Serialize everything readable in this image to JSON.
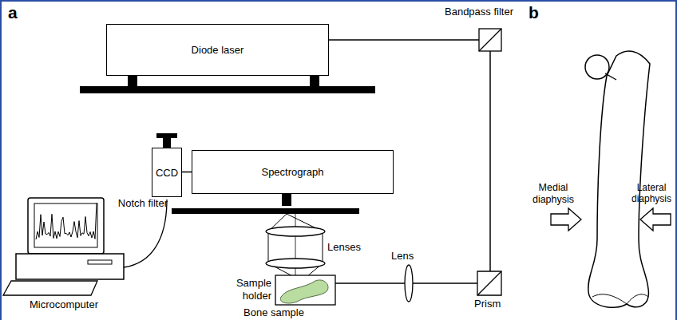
{
  "diagram": {
    "nodes": [
      {
        "text": [
          "Diode laser"
        ]
      },
      {
        "text": [
          "CCD"
        ]
      },
      {
        "text": [
          "Spectrograph"
        ]
      }
    ],
    "edges": [
      {
        "from": 1,
        "to": 2,
        "arrow": "none"
      }
    ],
    "labels": [
      "a",
      "b",
      "Bandpass filter",
      "Notch filter",
      "Lenses",
      "Lens",
      "Prism",
      "Sample holder",
      "Bone sample",
      "Microcomputer",
      "Medial diaphysis",
      "Lateral diaphysis"
    ]
  }
}
